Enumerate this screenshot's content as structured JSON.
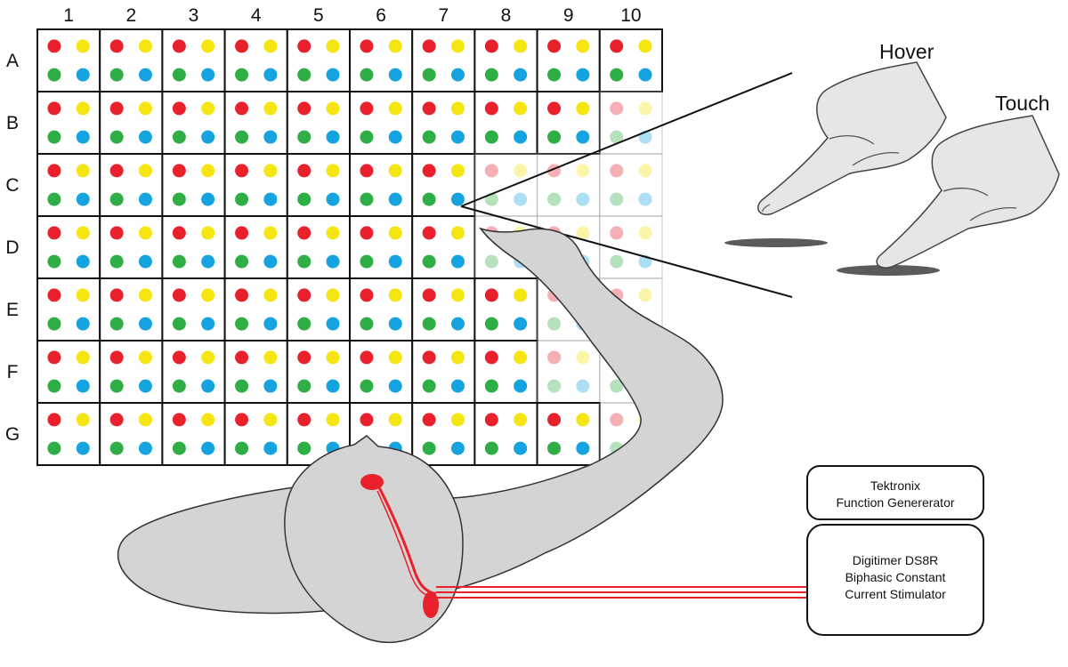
{
  "grid": {
    "columns": [
      "1",
      "2",
      "3",
      "4",
      "5",
      "6",
      "7",
      "8",
      "9",
      "10"
    ],
    "rows": [
      "A",
      "B",
      "C",
      "D",
      "E",
      "F",
      "G"
    ],
    "dot_colors": {
      "top_left": "#e8212d",
      "top_right": "#f5e510",
      "bottom_left": "#2fae45",
      "bottom_right": "#16a4e0"
    },
    "occluded_cells": [
      "B10",
      "C8",
      "C9",
      "C10",
      "D8",
      "D9",
      "D10",
      "E9",
      "E10",
      "F9",
      "F10",
      "G10"
    ]
  },
  "hover_label": "Hover",
  "touch_label": "Touch",
  "electrode_color": "#e8212d",
  "body_color": "#d4d4d4",
  "device_boxes": [
    {
      "id": "function-generator",
      "lines": [
        "Tektronix",
        "Function Genererator"
      ]
    },
    {
      "id": "stimulator",
      "lines": [
        "Digitimer DS8R",
        "Biphasic  Constant",
        "Current Stimulator"
      ]
    }
  ]
}
